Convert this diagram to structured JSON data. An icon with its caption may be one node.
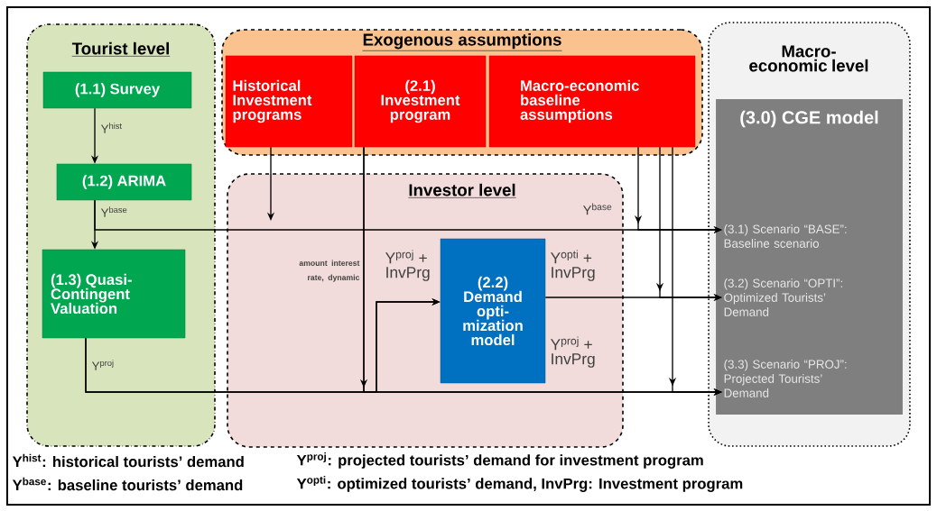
{
  "diagram": {
    "nodes": [
      {
        "text": [
          "Tourist level"
        ]
      },
      {
        "text": [
          "(1.1) Survey"
        ],
        "in": 0
      },
      {
        "text": [
          "(1.2) ARIMA"
        ],
        "in": 0
      },
      {
        "text": [
          "(1.3) Quasi-Contingent Valuation"
        ],
        "in": 0
      },
      {
        "text": [
          "Exogenous assumptions"
        ]
      },
      {
        "text": [
          "Historical Investment programs"
        ],
        "in": 4
      },
      {
        "text": [
          "(2.1) Investment program"
        ],
        "in": 4
      },
      {
        "text": [
          "Macro-economic baseline assumptions"
        ],
        "in": 4
      },
      {
        "text": [
          "Investor level"
        ]
      },
      {
        "text": [
          "(2.2) Demand opti-mization model"
        ],
        "in": 8
      },
      {
        "text": [
          "Macro-economic level"
        ]
      },
      {
        "text": [
          "(3.0) CGE model"
        ],
        "in": 10
      },
      {
        "text": [
          "(3.1) Scenario “BASE”: Baseline scenario"
        ],
        "in": 11
      },
      {
        "text": [
          "(3.2) Scenario “OPTI”: Optimized Tourists’ Demand"
        ],
        "in": 11
      },
      {
        "text": [
          "(3.3) Scenario “PROJ”: Projected Tourists’ Demand"
        ],
        "in": 11
      }
    ],
    "edges": [
      {
        "from": 1,
        "to": 2,
        "arrow": "to",
        "label": "Y$^{hist}$"
      },
      {
        "from": 2,
        "to": 3,
        "arrow": "to",
        "label": "Y$^{base}$"
      },
      {
        "from": 2,
        "to": 12,
        "arrow": "to",
        "label": "Y$^{base}$"
      },
      {
        "from": 5,
        "to": 8,
        "arrow": "to"
      },
      {
        "from": 6,
        "to": 14,
        "arrow": "to",
        "label": "amount interest rate, dynamic"
      },
      {
        "from": 3,
        "to": 14,
        "arrow": "to",
        "label": "Y$^{proj}$ + InvPrg"
      },
      {
        "from": 3,
        "to": 9,
        "arrow": "to",
        "label": "Y$^{proj}$"
      },
      {
        "from": 6,
        "to": 9,
        "arrow": "to",
        "label": "Y$^{proj}$ + InvPrg"
      },
      {
        "from": 9,
        "to": 13,
        "arrow": "to",
        "label": "Y$^{opti}$ + InvPrg"
      },
      {
        "from": 7,
        "to": 12,
        "arrow": "to"
      },
      {
        "from": 7,
        "to": 13,
        "arrow": "to"
      },
      {
        "from": 7,
        "to": 14,
        "arrow": "to"
      }
    ],
    "labels": [
      "Y$^{hist}$: historical tourists’ demand",
      "Y$^{proj}$: projected tourists’ demand for investment program",
      "Y$^{base}$: baseline tourists’ demand",
      "Y$^{opti}$: optimized tourists’ demand, InvPrg: Investment program"
    ]
  }
}
